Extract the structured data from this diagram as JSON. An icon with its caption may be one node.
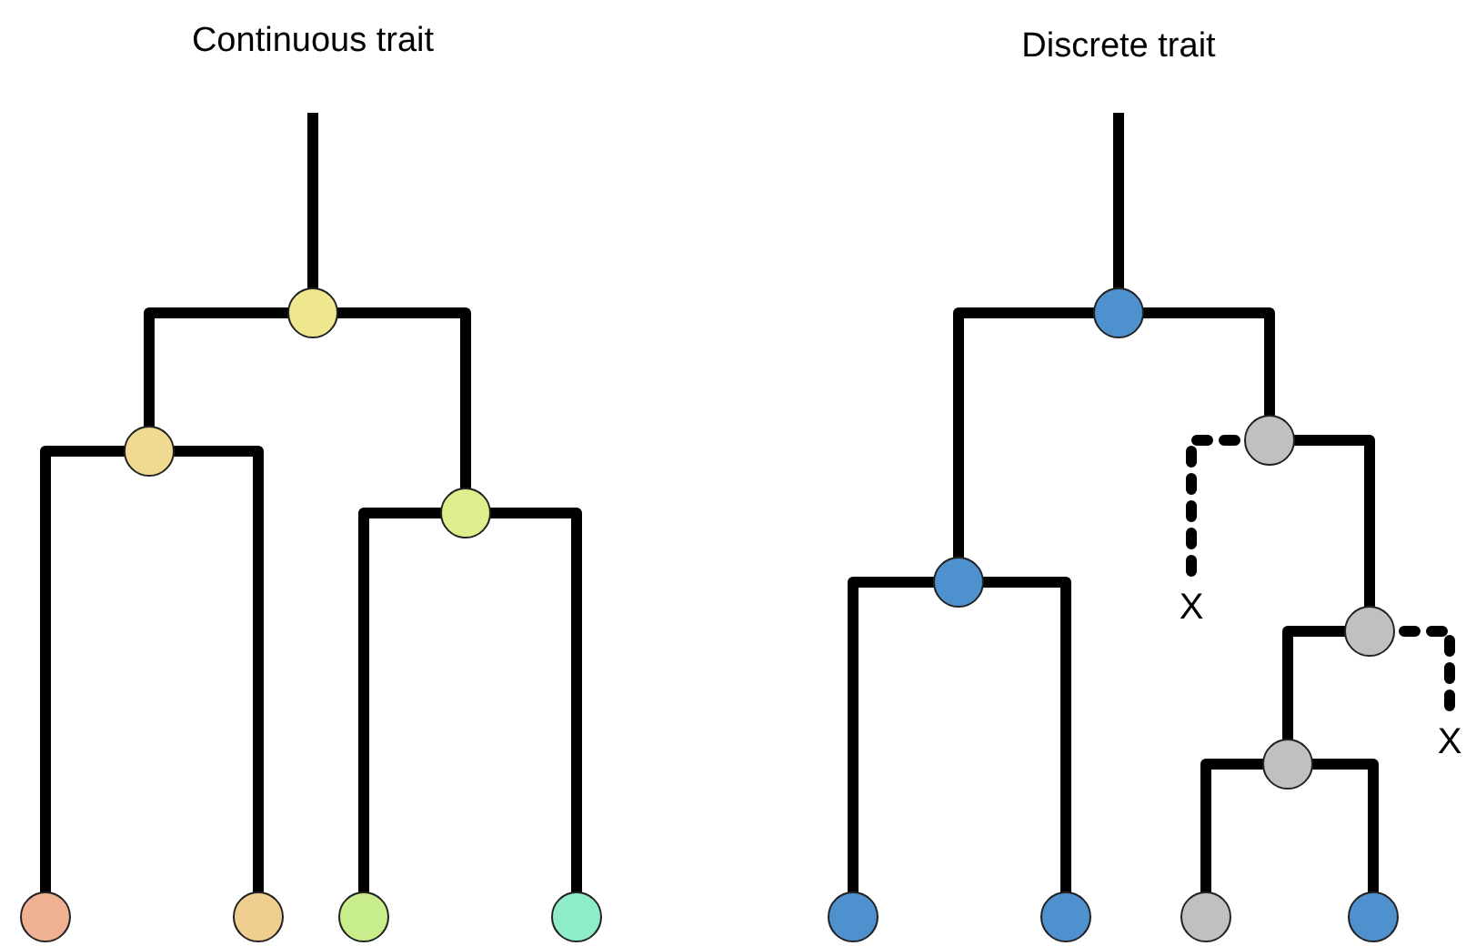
{
  "diagram": {
    "nodes": [
      {
        "text": [],
        "shape": "circle"
      },
      {
        "text": [],
        "shape": "circle"
      },
      {
        "text": [],
        "shape": "circle"
      },
      {
        "text": [],
        "shape": "circle"
      },
      {
        "text": [],
        "shape": "circle"
      },
      {
        "text": [],
        "shape": "circle"
      },
      {
        "text": [],
        "shape": "circle"
      },
      {
        "text": [],
        "shape": "circle"
      },
      {
        "text": [],
        "shape": "circle"
      },
      {
        "text": [],
        "shape": "circle"
      },
      {
        "text": [
          "X"
        ]
      },
      {
        "text": [],
        "shape": "circle"
      },
      {
        "text": [
          "X"
        ]
      },
      {
        "text": [],
        "shape": "circle"
      },
      {
        "text": [],
        "shape": "circle"
      },
      {
        "text": [],
        "shape": "circle"
      },
      {
        "text": [],
        "shape": "circle"
      },
      {
        "text": [],
        "shape": "circle"
      }
    ],
    "edges": [
      {
        "from": null,
        "to": 0,
        "arrow": "none"
      },
      {
        "from": 0,
        "to": 1,
        "arrow": "none"
      },
      {
        "from": 0,
        "to": 2,
        "arrow": "none"
      },
      {
        "from": 1,
        "to": 3,
        "arrow": "none"
      },
      {
        "from": 1,
        "to": 4,
        "arrow": "none"
      },
      {
        "from": 2,
        "to": 5,
        "arrow": "none"
      },
      {
        "from": 2,
        "to": 6,
        "arrow": "none"
      },
      {
        "from": null,
        "to": 7,
        "arrow": "none"
      },
      {
        "from": 7,
        "to": 8,
        "arrow": "none"
      },
      {
        "from": 7,
        "to": 9,
        "arrow": "none"
      },
      {
        "from": 8,
        "to": 14,
        "arrow": "none"
      },
      {
        "from": 8,
        "to": 15,
        "arrow": "none"
      },
      {
        "from": 9,
        "to": 10,
        "arrow": "none",
        "style": "dashed"
      },
      {
        "from": 9,
        "to": 11,
        "arrow": "none"
      },
      {
        "from": 11,
        "to": 12,
        "arrow": "none",
        "style": "dashed"
      },
      {
        "from": 11,
        "to": 13,
        "arrow": "none"
      },
      {
        "from": 13,
        "to": 16,
        "arrow": "none"
      },
      {
        "from": 13,
        "to": 17,
        "arrow": "none"
      }
    ],
    "labels": [
      "Continuous trait",
      "Discrete trait"
    ]
  }
}
